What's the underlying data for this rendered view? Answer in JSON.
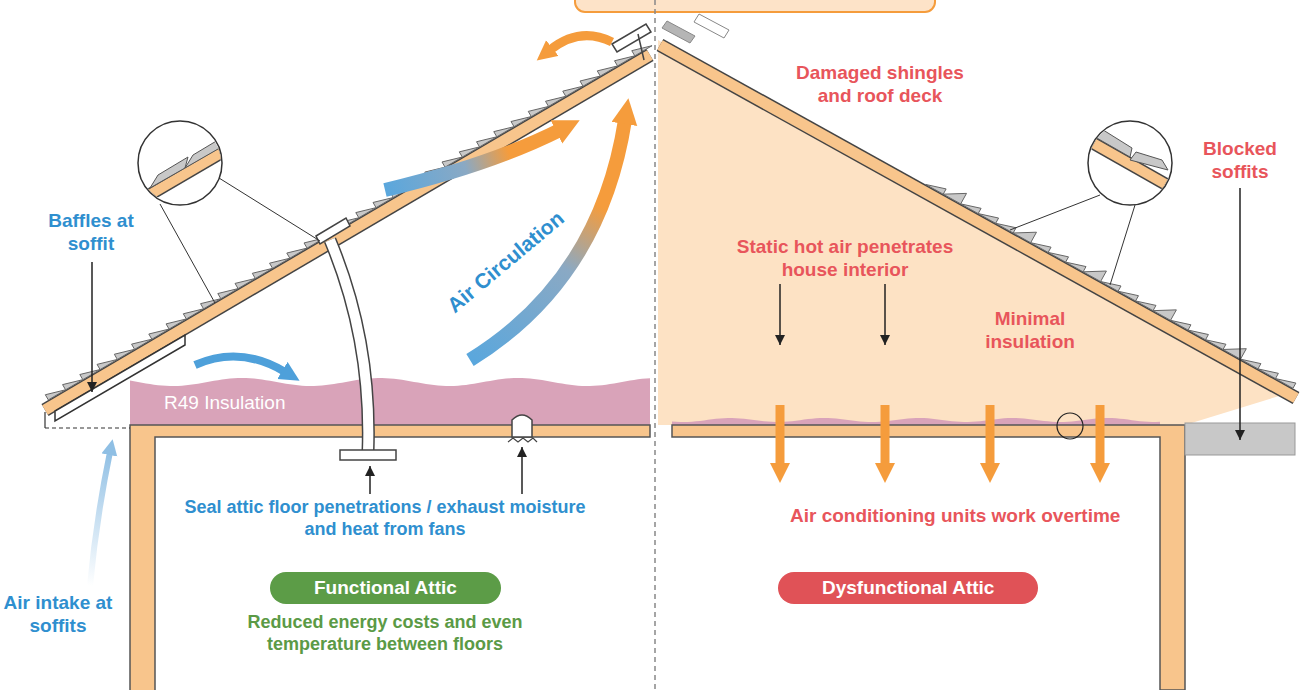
{
  "diagram": {
    "nodes": [
      {
        "text": [
          "Functional Attic"
        ]
      },
      {
        "text": [
          "Dysfunctional Attic"
        ]
      }
    ],
    "labels": [
      "Baffles at soffit",
      "Air Circulation",
      "R49 Insulation",
      "Air intake at soffits",
      "Seal attic floor penetrations / exhaust moisture and heat from fans",
      "Reduced energy costs and even temperature between floors",
      "Damaged shingles and roof deck",
      "Static hot air penetrates house interior",
      "Minimal insulation",
      "Blocked soffits",
      "Air conditioning units work overtime"
    ]
  }
}
